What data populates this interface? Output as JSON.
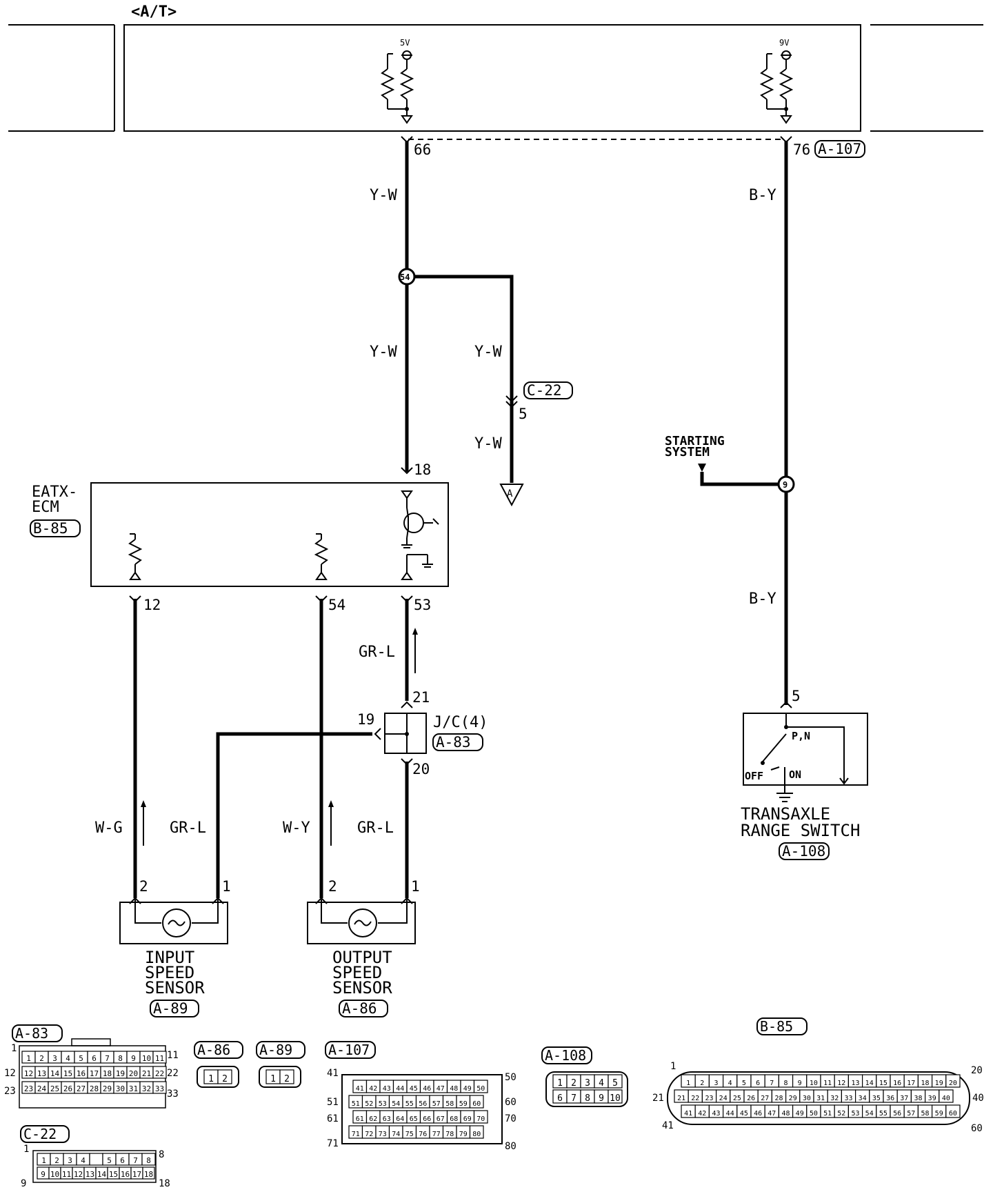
{
  "header": {
    "title": "<A/T>"
  },
  "ecm_top": {
    "left_supply": "5V",
    "right_supply": "9V"
  },
  "wires": {
    "yw": "Y-W",
    "by": "B-Y",
    "grl": "GR-L",
    "wg": "W-G",
    "wy": "W-Y"
  },
  "pins": {
    "p66": "66",
    "p76": "76",
    "p18": "18",
    "p12": "12",
    "p54": "54",
    "p53": "53",
    "p21": "21",
    "p19": "19",
    "p20": "20",
    "p5_c22": "5",
    "p5_trs": "5",
    "iss2": "2",
    "iss1": "1",
    "oss2": "2",
    "oss1": "1"
  },
  "splices": {
    "s54": "54",
    "s9": "9"
  },
  "ground_ref": "A",
  "connectors": {
    "a107": "A-107",
    "c22": "C-22",
    "b85": "B-85",
    "a83": "A-83",
    "a89": "A-89",
    "a86": "A-86",
    "a108": "A-108"
  },
  "components": {
    "eatx_ecm_1": "EATX-",
    "eatx_ecm_2": "ECM",
    "starting_1": "STARTING",
    "starting_2": "SYSTEM",
    "jc": "J/C(4)",
    "trs_pn": "P,N",
    "trs_off": "OFF",
    "trs_on": "ON",
    "trs_1": "TRANSAXLE",
    "trs_2": "RANGE SWITCH",
    "iss_1": "INPUT",
    "iss_2": "SPEED",
    "iss_3": "SENSOR",
    "oss_1": "OUTPUT",
    "oss_2": "SPEED",
    "oss_3": "SENSOR"
  },
  "connector_views": {
    "a83": {
      "label": "A-83",
      "row1": [
        "1",
        "2",
        "3",
        "4",
        "5",
        "6",
        "7",
        "8",
        "9",
        "10",
        "11"
      ],
      "row2": [
        "12",
        "13",
        "14",
        "15",
        "16",
        "17",
        "18",
        "19",
        "20",
        "21",
        "22"
      ],
      "row3": [
        "23",
        "24",
        "25",
        "26",
        "27",
        "28",
        "29",
        "30",
        "31",
        "32",
        "33"
      ],
      "ends": [
        "1",
        "11",
        "12",
        "22",
        "23",
        "33"
      ]
    },
    "a86": {
      "label": "A-86",
      "pins": [
        "1",
        "2"
      ]
    },
    "a89": {
      "label": "A-89",
      "pins": [
        "1",
        "2"
      ]
    },
    "a107": {
      "label": "A-107",
      "row1": [
        "41",
        "42",
        "43",
        "44",
        "45",
        "46",
        "47",
        "48",
        "49",
        "50"
      ],
      "row2": [
        "51",
        "52",
        "53",
        "54",
        "55",
        "56",
        "57",
        "58",
        "59",
        "60"
      ],
      "row3": [
        "61",
        "62",
        "63",
        "64",
        "65",
        "66",
        "67",
        "68",
        "69",
        "70"
      ],
      "row4": [
        "71",
        "72",
        "73",
        "74",
        "75",
        "76",
        "77",
        "78",
        "79",
        "80"
      ],
      "ends": [
        "41",
        "50",
        "51",
        "60",
        "61",
        "70",
        "71",
        "80"
      ]
    },
    "a108": {
      "label": "A-108",
      "row1": [
        "1",
        "2",
        "3",
        "4",
        "5"
      ],
      "row2": [
        "6",
        "7",
        "8",
        "9",
        "10"
      ]
    },
    "b85": {
      "label": "B-85",
      "row1": [
        "1",
        "2",
        "3",
        "4",
        "5",
        "6",
        "7",
        "8",
        "9",
        "10",
        "11",
        "12",
        "13",
        "14",
        "15",
        "16",
        "17",
        "18",
        "19",
        "20"
      ],
      "row2": [
        "21",
        "22",
        "23",
        "24",
        "25",
        "26",
        "27",
        "28",
        "29",
        "30",
        "31",
        "32",
        "33",
        "34",
        "35",
        "36",
        "37",
        "38",
        "39",
        "40"
      ],
      "row3": [
        "41",
        "42",
        "43",
        "44",
        "45",
        "46",
        "47",
        "48",
        "49",
        "50",
        "51",
        "52",
        "53",
        "54",
        "55",
        "56",
        "57",
        "58",
        "59",
        "60"
      ],
      "ends": [
        "1",
        "20",
        "21",
        "40",
        "41",
        "60"
      ]
    },
    "c22": {
      "label": "C-22",
      "row1": [
        "1",
        "2",
        "3",
        "4",
        "",
        "5",
        "6",
        "7",
        "8"
      ],
      "row2": [
        "9",
        "10",
        "11",
        "12",
        "13",
        "14",
        "15",
        "16",
        "17",
        "18"
      ],
      "ends": [
        "1",
        "8",
        "9",
        "18"
      ]
    }
  }
}
